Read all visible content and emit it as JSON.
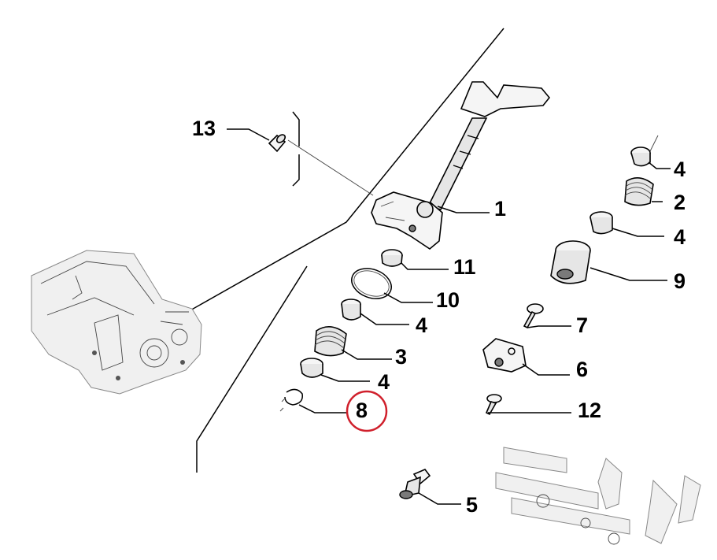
{
  "callouts": {
    "c13": "13",
    "c1": "1",
    "c11": "11",
    "c10": "10",
    "c4a": "4",
    "c3": "3",
    "c4b": "4",
    "c8": "8",
    "c4c": "4",
    "c2": "2",
    "c4d": "4",
    "c9": "9",
    "c7": "7",
    "c6": "6",
    "c12": "12",
    "c5": "5"
  },
  "highlight": {
    "callout": "8",
    "color": "#d0202c"
  }
}
